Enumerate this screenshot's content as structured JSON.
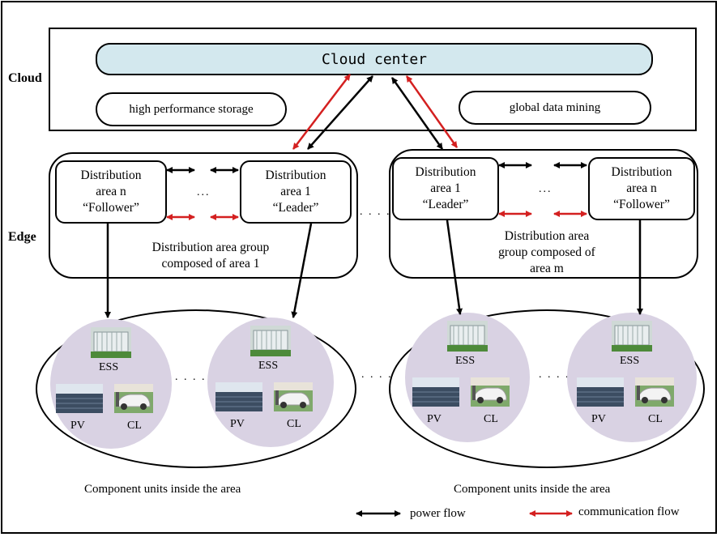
{
  "tiers": {
    "cloud": "Cloud",
    "edge": "Edge"
  },
  "cloud": {
    "center": "Cloud center",
    "storage": "high performance storage",
    "mining": "global data mining"
  },
  "groups": [
    {
      "caption_l1": "Distribution area group",
      "caption_l2": "composed of area 1",
      "caption_l3": "",
      "left_area": {
        "l1": "Distribution",
        "l2": "area n",
        "l3": "“Follower”"
      },
      "right_area": {
        "l1": "Distribution",
        "l2": "area 1",
        "l3": "“Leader”"
      },
      "ellipsis": "..."
    },
    {
      "caption_l1": "Distribution area",
      "caption_l2": "group composed of",
      "caption_l3": "area m",
      "left_area": {
        "l1": "Distribution",
        "l2": "area 1",
        "l3": "“Leader”"
      },
      "right_area": {
        "l1": "Distribution",
        "l2": "area n",
        "l3": "“Follower”"
      },
      "ellipsis": "..."
    }
  ],
  "between_dots": ". . . .",
  "unit_dots": ". . . .",
  "units": {
    "ess": "ESS",
    "pv": "PV",
    "cl": "CL"
  },
  "captions": {
    "left": "Component units inside the area",
    "right": "Component units inside the  area"
  },
  "legend": {
    "power": "power flow",
    "communication": "communication flow",
    "power_color": "#000000",
    "communication_color": "#d42020"
  },
  "colors": {
    "cloud_center_fill": "#d3e8ee",
    "unit_fill": "#d9d2e3"
  }
}
